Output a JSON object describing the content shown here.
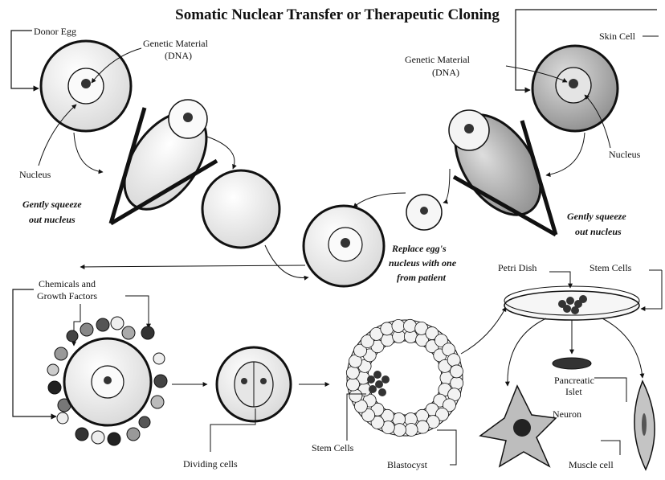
{
  "title": "Somatic Nuclear Transfer or Therapeutic Cloning",
  "labels": {
    "donor_egg": "Donor Egg",
    "genetic_material_left_1": "Genetic Material",
    "genetic_material_left_2": "(DNA)",
    "nucleus_left": "Nucleus",
    "squeeze_left_1": "Gently squeeze",
    "squeeze_left_2": "out nucleus",
    "skin_cell": "Skin Cell",
    "genetic_material_right_1": "Genetic Material",
    "genetic_material_right_2": "(DNA)",
    "nucleus_right": "Nucleus",
    "squeeze_right_1": "Gently squeeze",
    "squeeze_right_2": "out nucleus",
    "replace_1": "Replace egg's",
    "replace_2": "nucleus with one",
    "replace_3": "from patient",
    "chemicals_1": "Chemicals and",
    "chemicals_2": "Growth Factors",
    "dividing_cells": "Dividing cells",
    "stem_cells_bottom": "Stem Cells",
    "blastocyst": "Blastocyst",
    "petri_dish": "Petri Dish",
    "stem_cells_top": "Stem Cells",
    "pancreatic_1": "Pancreatic",
    "pancreatic_2": "Islet",
    "neuron": "Neuron",
    "muscle_cell": "Muscle cell"
  },
  "colors": {
    "line": "#111111",
    "cell_fill": "#f4f4f4",
    "skin_cell_fill": "#bdbdbd",
    "dark_cell": "#333333",
    "mid_cell": "#8a8a8a"
  }
}
